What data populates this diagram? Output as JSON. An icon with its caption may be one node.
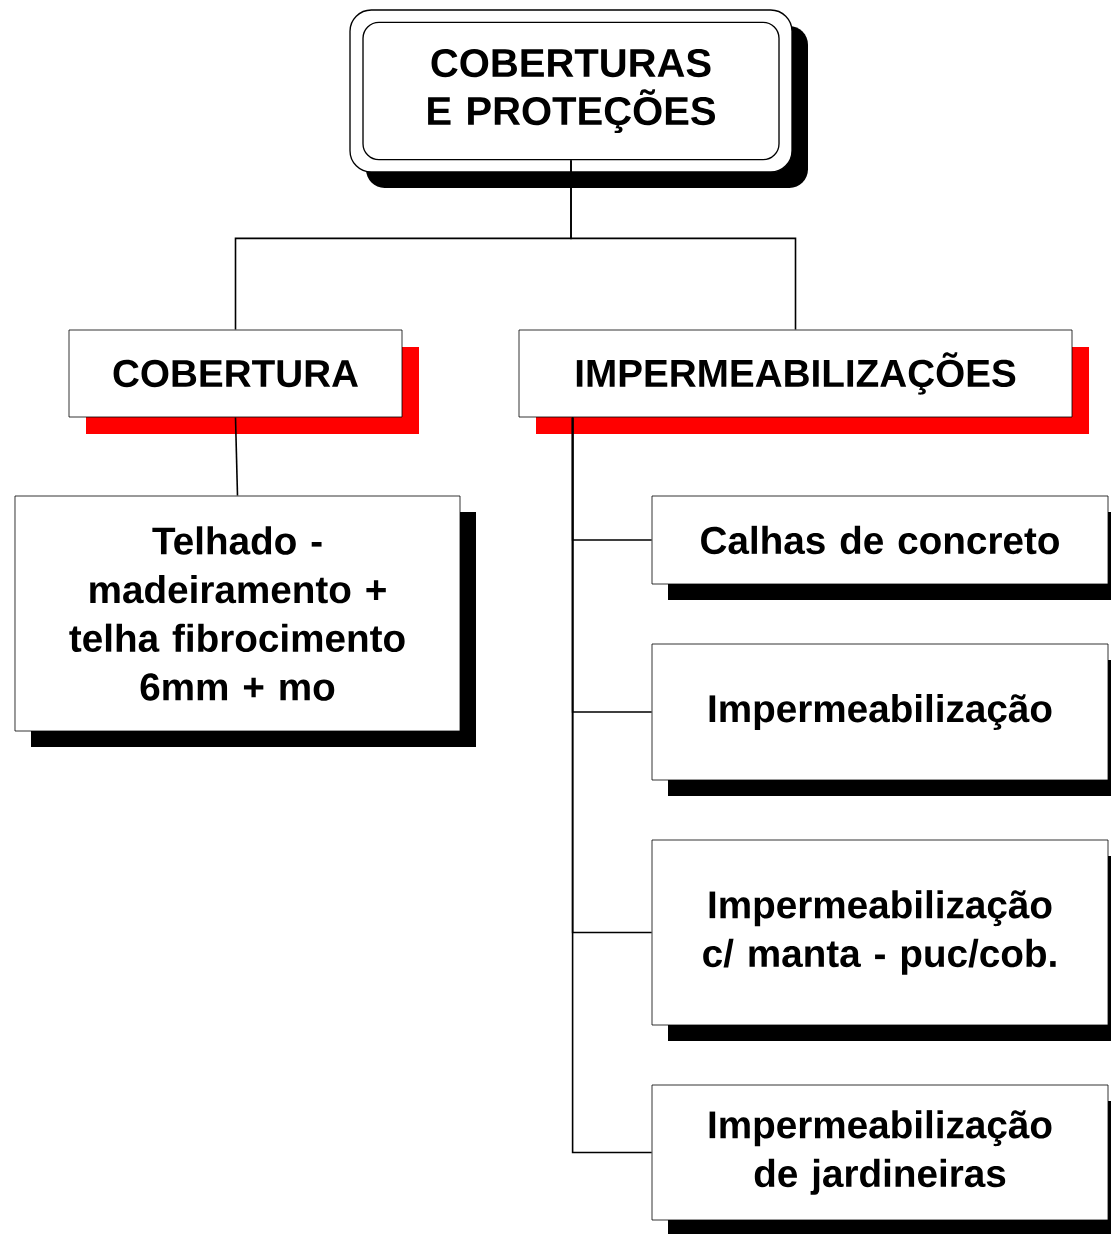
{
  "diagram": {
    "nodes": [
      {
        "text": [
          "COBERTURAS E PROTEÇÕES"
        ]
      },
      {
        "text": [
          "COBERTURA"
        ]
      },
      {
        "text": [
          "IMPERMEABILIZAÇÕES"
        ]
      },
      {
        "text": [
          "Telhado - madeiramento + telha fibrocimento 6mm + mo"
        ]
      },
      {
        "text": [
          "Calhas de concreto"
        ]
      },
      {
        "text": [
          "Impermeabilização"
        ]
      },
      {
        "text": [
          "Impermeabilização c/ manta - puc/cob."
        ]
      },
      {
        "text": [
          "Impermeabilização de jardineiras"
        ]
      }
    ],
    "edges": [
      {
        "from": 0,
        "to": 1,
        "arrow": "none"
      },
      {
        "from": 0,
        "to": 2,
        "arrow": "none"
      },
      {
        "from": 1,
        "to": 3,
        "arrow": "none"
      },
      {
        "from": 2,
        "to": 4,
        "arrow": "none"
      },
      {
        "from": 2,
        "to": 5,
        "arrow": "none"
      },
      {
        "from": 2,
        "to": 6,
        "arrow": "none"
      },
      {
        "from": 2,
        "to": 7,
        "arrow": "none"
      }
    ]
  }
}
